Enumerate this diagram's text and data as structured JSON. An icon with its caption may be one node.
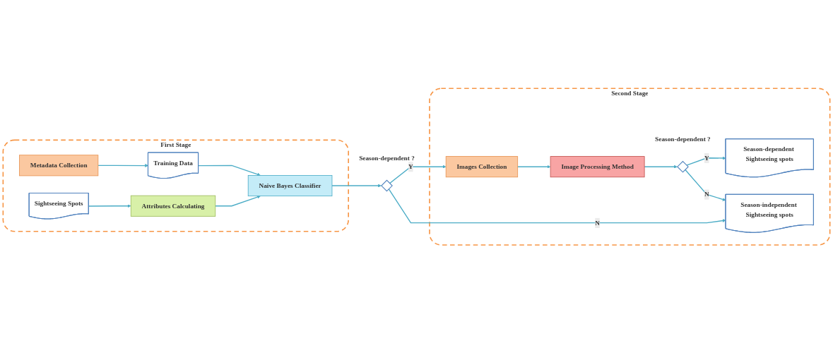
{
  "diagram": {
    "nodes": [
      {
        "text": [
          "First Stage"
        ]
      },
      {
        "text": [
          "Metadata Collection"
        ],
        "in": 0
      },
      {
        "text": [
          "Sightseeing Spots"
        ],
        "in": 0
      },
      {
        "text": [
          "Training Data"
        ],
        "in": 0
      },
      {
        "text": [
          "Attributes Calculating"
        ],
        "in": 0
      },
      {
        "text": [
          "Naive Bayes Classifier"
        ],
        "in": 0
      },
      {
        "text": [],
        "shape": "diamond",
        "beside": [
          "Season-dependent ?"
        ]
      },
      {
        "text": [
          "Second Stage"
        ]
      },
      {
        "text": [
          "Image Processing Method"
        ],
        "in": 7
      },
      {
        "text": [],
        "shape": "diamond",
        "in": 7,
        "beside": [
          "Season-dependent ?"
        ]
      },
      {
        "text": [
          "Season-dependent Sightseeing spots"
        ],
        "in": 7
      },
      {
        "text": [
          "Images Collection"
        ],
        "in": 7
      },
      {
        "text": [
          "Season-independent Sightseeing spots"
        ],
        "in": 7
      }
    ],
    "edges": [
      {
        "from": 1,
        "to": 3,
        "arrow": "to"
      },
      {
        "from": 2,
        "to": 4,
        "arrow": "to"
      },
      {
        "from": 3,
        "to": 5,
        "arrow": "to"
      },
      {
        "from": 4,
        "to": 5,
        "arrow": "to"
      },
      {
        "from": 5,
        "to": 6,
        "arrow": "to"
      },
      {
        "from": 6,
        "to": 11,
        "arrow": "to",
        "label": "Y"
      },
      {
        "from": 6,
        "to": 12,
        "arrow": "to",
        "label": "N"
      },
      {
        "from": 11,
        "to": 8,
        "arrow": "to"
      },
      {
        "from": 8,
        "to": 9,
        "arrow": "to"
      },
      {
        "from": 9,
        "to": 10,
        "arrow": "to",
        "label": "Y"
      },
      {
        "from": 9,
        "to": 12,
        "arrow": "to",
        "label": "N"
      }
    ]
  }
}
